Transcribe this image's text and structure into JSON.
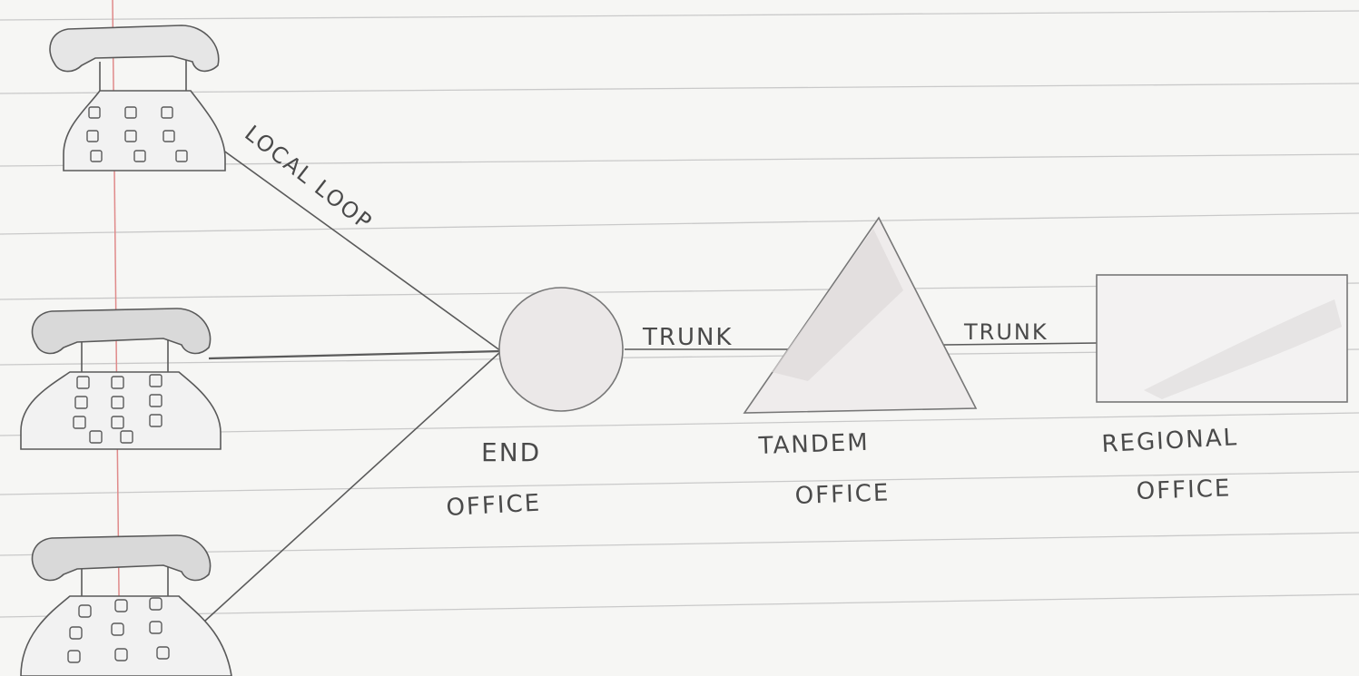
{
  "diagram": {
    "labels": {
      "local_loop": "LOCAL LOOP",
      "trunk_1": "TRUNK",
      "trunk_2": "TRUNK",
      "end_office_line1": "END",
      "end_office_line2": "OFFICE",
      "tandem_office_line1": "TANDEM",
      "tandem_office_line2": "OFFICE",
      "regional_office_line1": "REGIONAL",
      "regional_office_line2": "OFFICE"
    },
    "nodes": [
      {
        "id": "telephone-1",
        "kind": "telephone-icon"
      },
      {
        "id": "telephone-2",
        "kind": "telephone-icon"
      },
      {
        "id": "telephone-3",
        "kind": "telephone-icon"
      },
      {
        "id": "end-office",
        "kind": "circle"
      },
      {
        "id": "tandem-office",
        "kind": "triangle"
      },
      {
        "id": "regional-office",
        "kind": "rectangle"
      }
    ],
    "edges": [
      {
        "from": "telephone-1",
        "to": "end-office",
        "label": "LOCAL LOOP"
      },
      {
        "from": "telephone-2",
        "to": "end-office"
      },
      {
        "from": "telephone-3",
        "to": "end-office"
      },
      {
        "from": "end-office",
        "to": "tandem-office",
        "label": "TRUNK"
      },
      {
        "from": "tandem-office",
        "to": "regional-office",
        "label": "TRUNK"
      }
    ],
    "colors": {
      "paper": "#f6f6f4",
      "ruled_line": "#c9c9c9",
      "margin_line": "#e08a8a",
      "pencil": "#5a5a5a",
      "shading": "#d8d8d8"
    }
  }
}
